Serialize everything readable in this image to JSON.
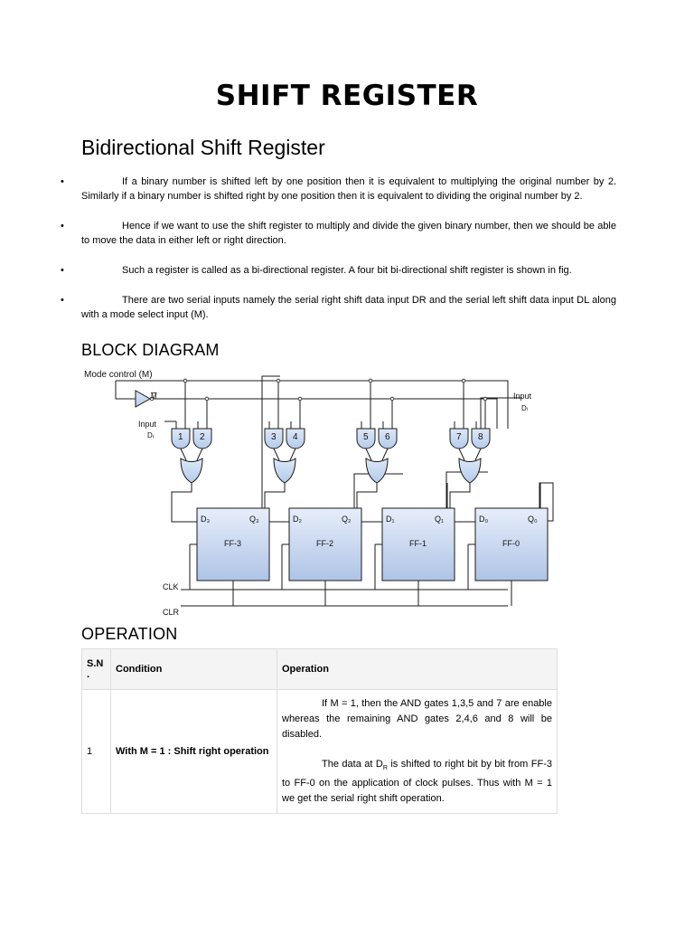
{
  "title": "SHIFT REGISTER",
  "subtitle": "Bidirectional Shift Register",
  "bullets": [
    "If a binary number is shifted left by one position then it is equivalent to multiplying the original number by 2. Similarly if a binary number is shifted right by one position then it is equivalent to dividing the original number by 2.",
    "Hence if we want to use the shift register to multiply and divide the given binary number, then we should be able to move the data in either left or right direction.",
    "Such a register is called as a bi-directional register. A four bit bi-directional shift register is shown in fig.",
    "There are two serial inputs namely the serial right shift data input DR and the serial left shift data input DL along with a mode select input (M)."
  ],
  "block_heading": "BLOCK DIAGRAM",
  "diagram": {
    "mode_control": "Mode control (M)",
    "m_bar": "M",
    "input_left_label": "Input",
    "input_left_sub": "Dᵣ",
    "input_right_label": "Input",
    "input_right_sub": "Dₗ",
    "gates": [
      "1",
      "2",
      "3",
      "4",
      "5",
      "6",
      "7",
      "8"
    ],
    "flipflops": [
      {
        "name": "FF-3",
        "d": "D₃",
        "q": "Q₃"
      },
      {
        "name": "FF-2",
        "d": "D₂",
        "q": "Q₂"
      },
      {
        "name": "FF-1",
        "d": "D₁",
        "q": "Q₁"
      },
      {
        "name": "FF-0",
        "d": "D₀",
        "q": "Q₀"
      }
    ],
    "clk": "CLK",
    "clr": "CLR",
    "colors": {
      "gate_fill": "#c9daf0",
      "ff_fill_top": "#e7eefa",
      "ff_fill_bottom": "#aec4e6",
      "wire": "#1a1a1a"
    }
  },
  "operation_heading": "OPERATION",
  "table": {
    "headers": [
      "S.N .",
      "Condition",
      "Operation"
    ],
    "rows": [
      {
        "sn": "1",
        "condition": "With M = 1 : Shift right operation",
        "operation_p1": "If M = 1, then the AND gates 1,3,5 and 7 are enable whereas the remaining AND gates 2,4,6 and 8 will be disabled.",
        "operation_p2_a": "The data at D",
        "operation_p2_sub": "R",
        "operation_p2_b": " is shifted to right bit by bit from FF-3 to FF-0 on the application of clock pulses. Thus with M = 1 we get the serial right shift operation."
      }
    ]
  }
}
